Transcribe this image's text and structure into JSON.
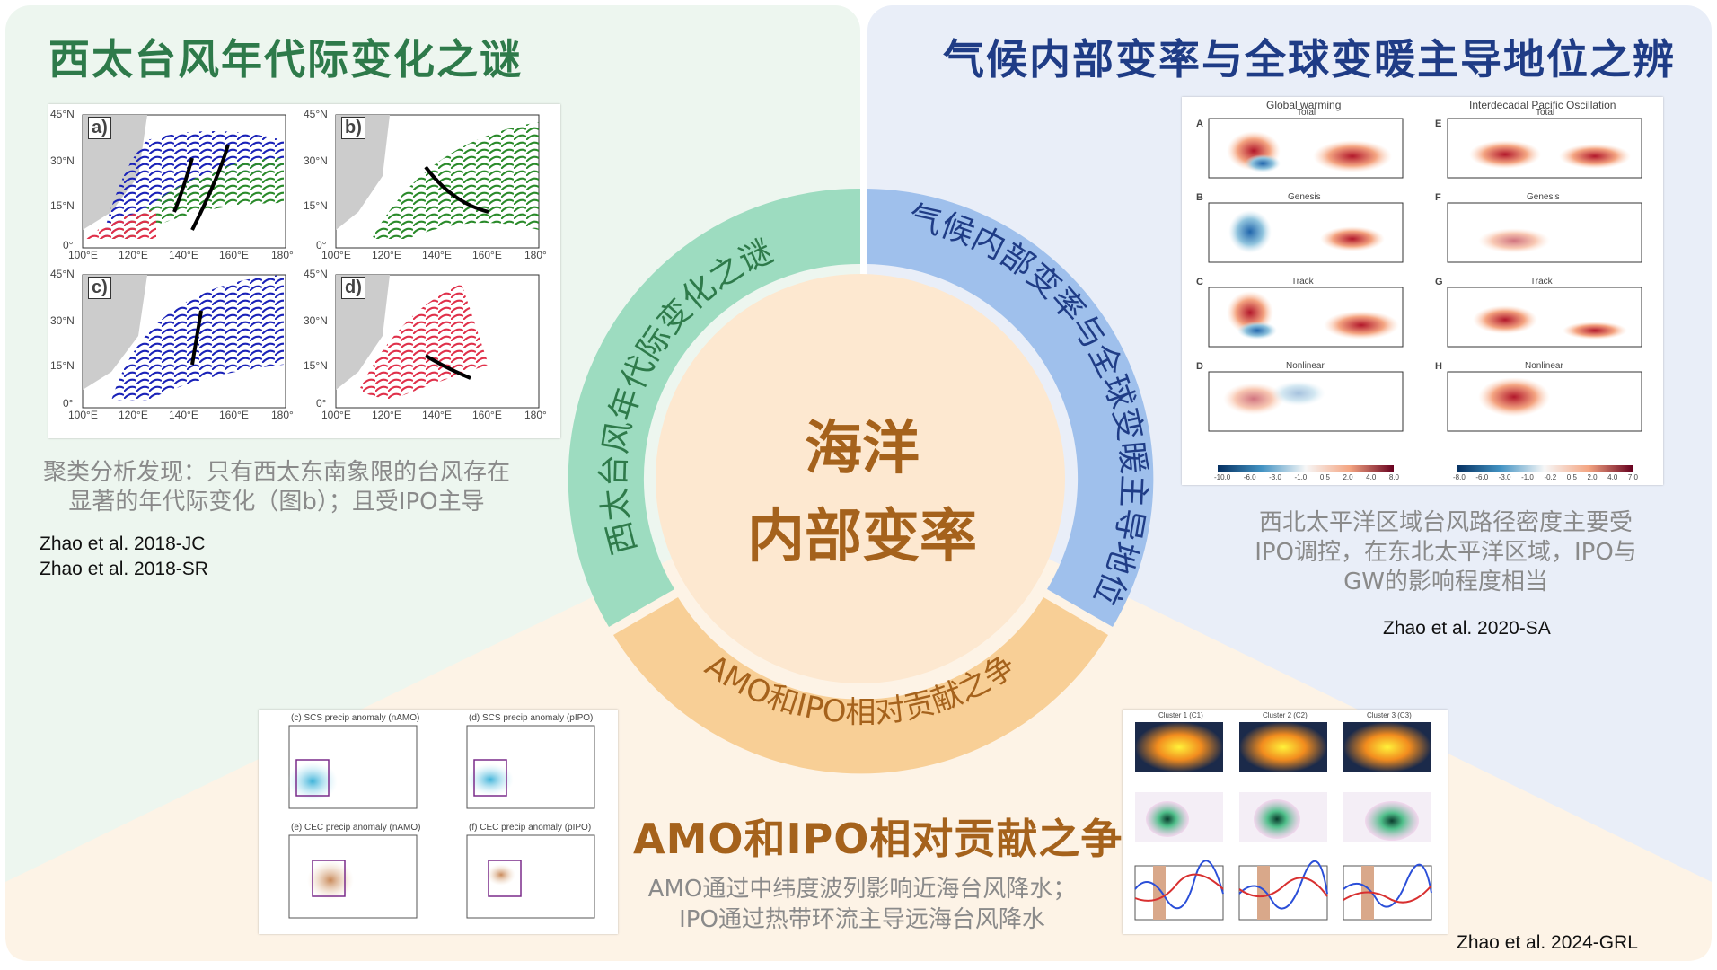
{
  "center": {
    "line1": "海洋",
    "line2": "内部变率"
  },
  "ring": {
    "green": "西太台风年代际变化之谜",
    "blue": "气候内部变率与全球变暖主导地位",
    "orange": "AMO和IPO相对贡献之争"
  },
  "topleft": {
    "title": "西太台风年代际变化之谜",
    "desc1": "聚类分析发现：只有西太东南象限的台风存在",
    "desc2": "显著的年代际变化（图b）；且受IPO主导",
    "ref1": "Zhao et al. 2018-JC",
    "ref2": "Zhao et al. 2018-SR",
    "panels": [
      "a)",
      "b)",
      "c)",
      "d)"
    ],
    "lat_labels": [
      "45°N",
      "30°N",
      "15°N",
      "0°"
    ],
    "lon_labels": [
      "100°E",
      "120°E",
      "140°E",
      "160°E",
      "180°"
    ]
  },
  "topright": {
    "title": "气候内部变率与全球变暖主导地位之辨",
    "desc1": "西北太平洋区域台风路径密度主要受",
    "desc2": "IPO调控，在东北太平洋区域，IPO与",
    "desc3": "GW的影响程度相当",
    "ref": "Zhao et al. 2020-SA",
    "col1": "Global warming",
    "col2": "Interdecadal Pacific Oscillation",
    "rows": [
      "Total",
      "Genesis",
      "Track",
      "Nonlinear"
    ],
    "left_letters": [
      "A",
      "B",
      "C",
      "D"
    ],
    "right_letters": [
      "E",
      "F",
      "G",
      "H"
    ],
    "cbar1": [
      "-10.0",
      "-6.0",
      "-3.0",
      "-1.0",
      "0.5",
      "2.0",
      "4.0",
      "8.0"
    ],
    "cbar2": [
      "-8.0",
      "-6.0",
      "-3.0",
      "-1.0",
      "-0.2",
      "0.5",
      "2.0",
      "4.0",
      "7.0"
    ]
  },
  "bottom": {
    "title": "AMO和IPO相对贡献之争",
    "desc1": "AMO通过中纬度波列影响近海台风降水；",
    "desc2": "IPO通过热带环流主导远海台风降水",
    "ref": "Zhao et al. 2024-GRL",
    "left_panels": [
      "(c) SCS precip anomaly (nAMO)",
      "(d) SCS precip anomaly (pIPO)",
      "(e) CEC precip anomaly (nAMO)",
      "(f) CEC precip anomaly (pIPO)"
    ],
    "right_clusters": [
      "Cluster 1 (C1)",
      "Cluster 2 (C2)",
      "Cluster 3 (C3)"
    ]
  },
  "colors": {
    "green_bg": "#edf6ef",
    "blue_bg": "#e9eef8",
    "orange_bg": "#fdf3e6",
    "green_ring": "#9ddcc0",
    "blue_ring": "#9fc0ec",
    "orange_ring": "#f8cf96",
    "center": "#fde8d0",
    "accent_brown": "#a5621c"
  }
}
